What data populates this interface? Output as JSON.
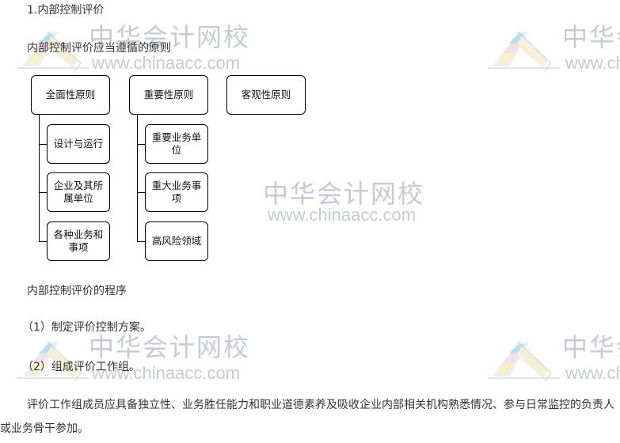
{
  "heading": "1.内部控制评价",
  "principles_title": "内部控制评价应当遵循的原则",
  "diagram": {
    "principles": [
      {
        "label": "全面性原则",
        "children": [
          "设计与运行",
          "企业及其所属单位",
          "各种业务和事项"
        ]
      },
      {
        "label": "重要性原则",
        "children": [
          "重要业务单位",
          "重大业务事项",
          "高风险领域"
        ]
      },
      {
        "label": "客观性原则",
        "children": []
      }
    ]
  },
  "procedure_title": "内部控制评价的程序",
  "steps": [
    "（1）制定评价控制方案。",
    "（2）组成评价工作组。"
  ],
  "paragraph": "评价工作组成员应具备独立性、业务胜任能力和职业道德素养及吸收企业内部相关机构熟悉情况、参与日常监控的负责人或业务骨干参加。",
  "watermark": {
    "cn": "中华会计网校",
    "url": "www.chinaacc.com"
  }
}
